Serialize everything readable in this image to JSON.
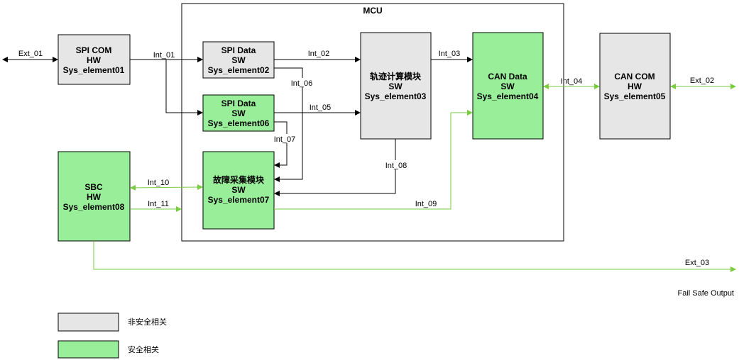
{
  "colors": {
    "non_safety_fill": "#e6e6e6",
    "safety_fill": "#99ee99",
    "black_line": "#000000",
    "green_line": "#7acc3f",
    "mcu_border": "#000000"
  },
  "mcu": {
    "title": "MCU"
  },
  "elements": {
    "spi_com": {
      "lines": [
        "SPI COM",
        "HW",
        "Sys_element01"
      ]
    },
    "spi_data_02": {
      "lines": [
        "SPI Data",
        "SW",
        "Sys_element02"
      ]
    },
    "spi_data_06": {
      "lines": [
        "SPI Data",
        "SW",
        "Sys_element06"
      ]
    },
    "traj_calc": {
      "lines": [
        "轨迹计算模块",
        "SW",
        "Sys_element03"
      ]
    },
    "can_data": {
      "lines": [
        "CAN Data",
        "SW",
        "Sys_element04"
      ]
    },
    "can_com": {
      "lines": [
        "CAN COM",
        "HW",
        "Sys_element05"
      ]
    },
    "sbc": {
      "lines": [
        "SBC",
        "HW",
        "Sys_element08"
      ]
    },
    "fault_collect": {
      "lines": [
        "故障采集模块",
        "SW",
        "Sys_element07"
      ]
    }
  },
  "interfaces": {
    "ext_01": "Ext_01",
    "ext_02": "Ext_02",
    "ext_03": "Ext_03",
    "int_01": "Int_01",
    "int_02": "Int_02",
    "int_03": "Int_03",
    "int_04": "Int_04",
    "int_05": "Int_05",
    "int_06": "Int_06",
    "int_07": "Int_07",
    "int_08": "Int_08",
    "int_09": "Int_09",
    "int_10": "Int_10",
    "int_11": "Int_11"
  },
  "fail_safe_note": "Fail Safe Output",
  "legend": {
    "non_safety": "非安全相关",
    "safety": "安全相关"
  }
}
